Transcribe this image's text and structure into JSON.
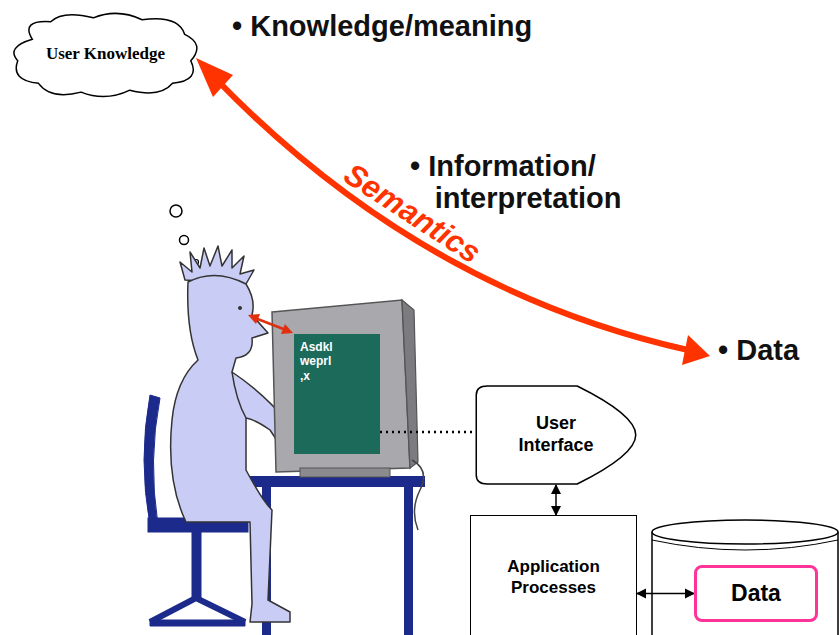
{
  "diagram": {
    "nodes": [
      {
        "text": [
          "User Knowledge"
        ]
      },
      {
        "text": [
          "Asdkl weprl ,x"
        ]
      },
      {
        "text": [
          "User Interface"
        ]
      },
      {
        "text": [
          "Application Processes"
        ]
      },
      {
        "text": [
          "Data"
        ]
      }
    ],
    "edges": [
      {
        "from": 1,
        "to": 2,
        "arrow": "none"
      },
      {
        "from": 2,
        "to": 3,
        "arrow": "both"
      },
      {
        "from": 3,
        "to": 4,
        "arrow": "both"
      }
    ],
    "labels": [
      "• Knowledge/meaning",
      "• Information/ interpretation",
      "Semantics",
      "• Data"
    ]
  }
}
